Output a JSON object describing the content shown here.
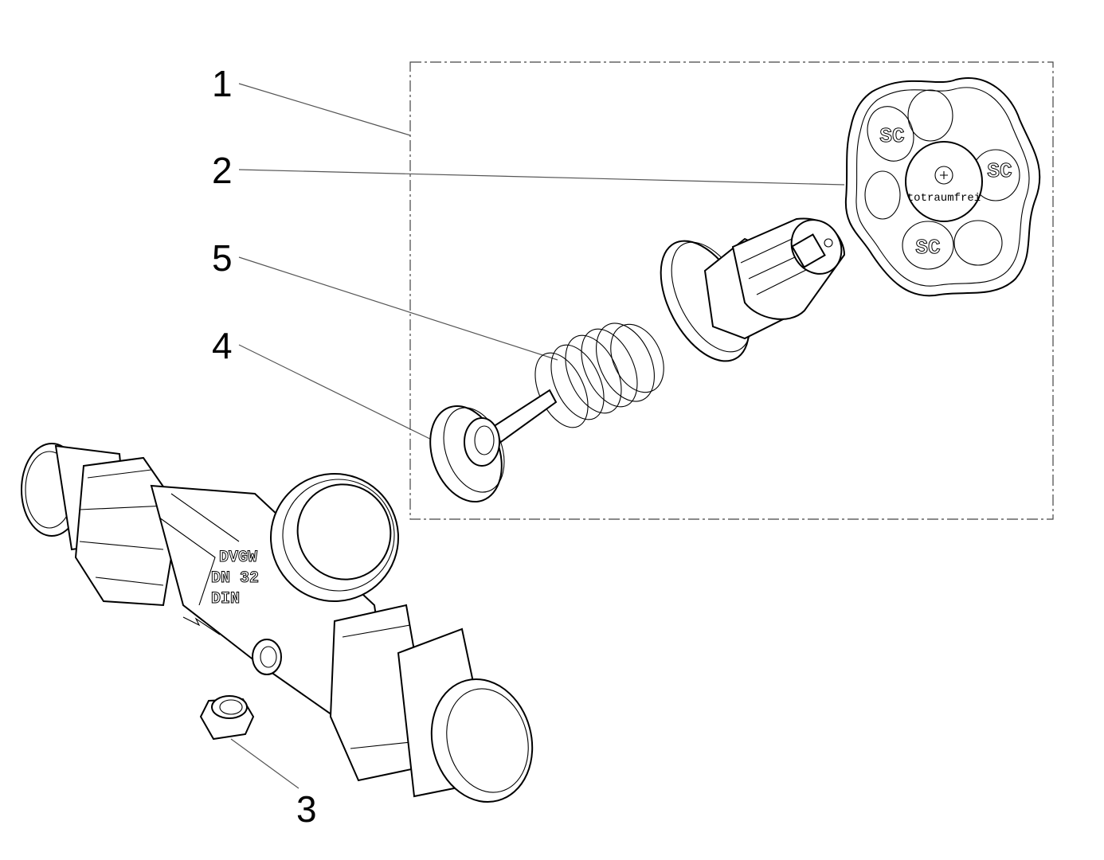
{
  "callouts": [
    {
      "number": "1",
      "part": "upper-part-assembly"
    },
    {
      "number": "2",
      "part": "handwheel"
    },
    {
      "number": "3",
      "part": "drain-plug"
    },
    {
      "number": "4",
      "part": "valve-disc"
    },
    {
      "number": "5",
      "part": "spring"
    }
  ],
  "markings": {
    "handwheel_text": "totraumfrei",
    "logo": "SC",
    "body_line1": "DVGW",
    "body_line2": "DN 32",
    "body_line3": "DIN"
  }
}
